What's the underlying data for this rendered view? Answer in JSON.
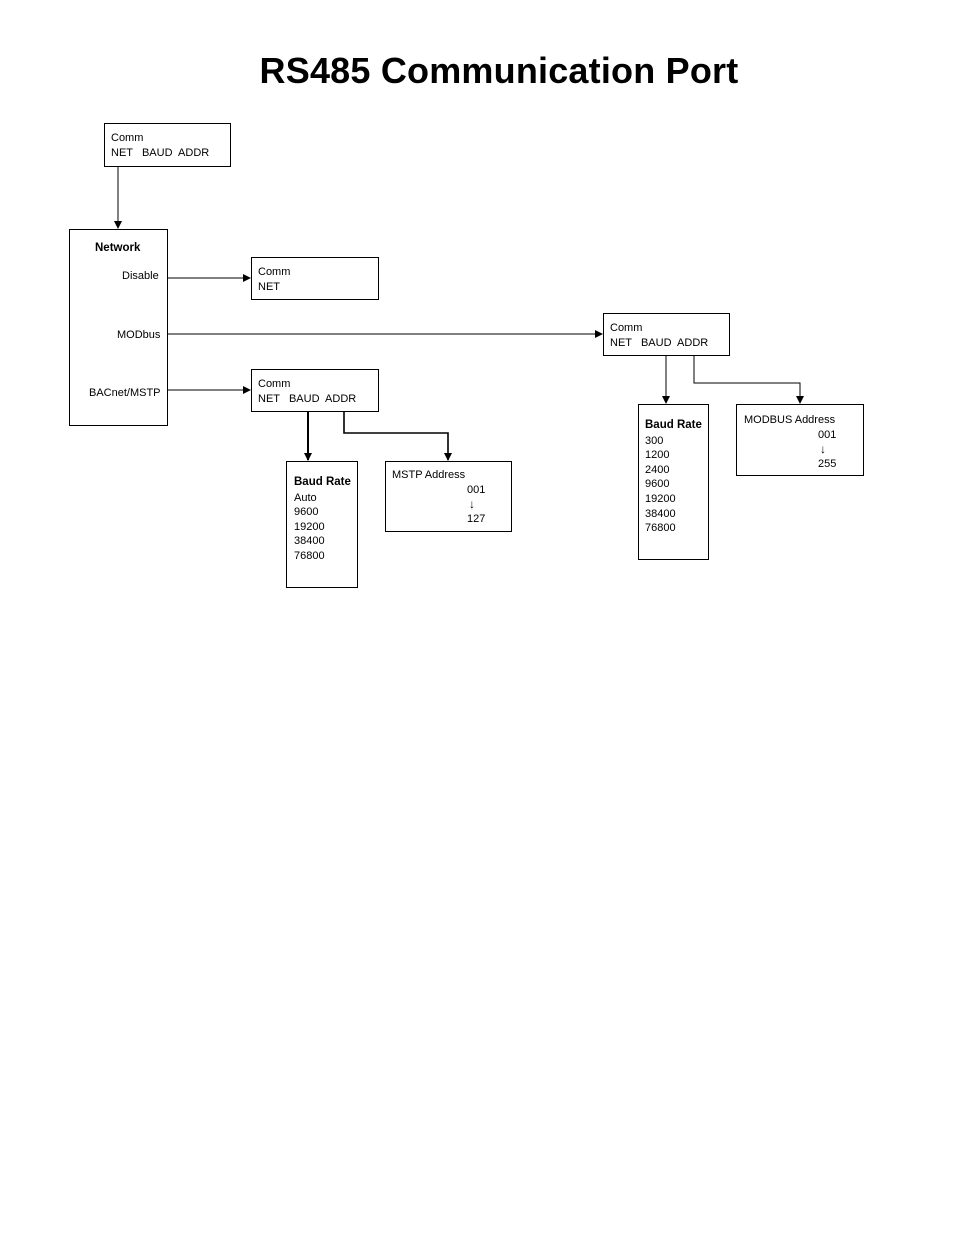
{
  "title": "RS485 Communication Port",
  "comm_top": {
    "line1": "Comm",
    "line2": "NET   BAUD  ADDR"
  },
  "network": {
    "heading": "Network",
    "options": [
      "Disable",
      "MODbus",
      "BACnet/MSTP"
    ]
  },
  "comm_disable": {
    "line1": "Comm",
    "line2": "NET"
  },
  "comm_bacnet": {
    "line1": "Comm",
    "line2": "NET   BAUD  ADDR"
  },
  "comm_modbus": {
    "line1": "Comm",
    "line2": "NET   BAUD  ADDR"
  },
  "bacnet_baud": {
    "heading": "Baud Rate",
    "values": [
      "Auto",
      "9600",
      "19200",
      "38400",
      "76800"
    ]
  },
  "mstp_address": {
    "label": "MSTP Address",
    "min": "001",
    "arrow": "↓",
    "max": "127"
  },
  "modbus_baud": {
    "heading": "Baud Rate",
    "values": [
      "300",
      "1200",
      "2400",
      "9600",
      "19200",
      "38400",
      "76800"
    ]
  },
  "modbus_address": {
    "label": "MODBUS Address",
    "min": "001",
    "arrow": "↓",
    "max": "255"
  }
}
